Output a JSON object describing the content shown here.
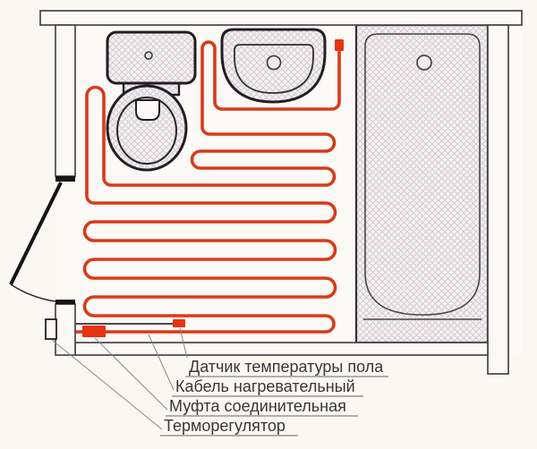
{
  "diagram_title": "Bathroom underfloor heating layout (plan view)",
  "labels": {
    "sensor": "Датчик температуры пола",
    "cable": "Кабель нагревательный",
    "coupling": "Муфта соединительная",
    "thermostat": "Терморегулятор"
  },
  "fixtures": {
    "toilet": "toilet",
    "sink": "sink",
    "bathtub": "bathtub",
    "door": "door",
    "thermostat_unit": "thermostat"
  },
  "colors": {
    "cable": "#d93a18",
    "component": "#e8330f",
    "wall_fill": "#fcfaf6",
    "wall_outline": "#4b434b",
    "wall_cap": "#191219",
    "fixture_outline": "#241d24",
    "fixture_inner": "#3a323a",
    "hatch_line": "#cfc5cb",
    "hatch_fill": "#f4f0f1",
    "background": "#fbf8f3",
    "label_text": "#3b343b",
    "callout_line": "#8d858b",
    "underline": "#6a6168"
  }
}
